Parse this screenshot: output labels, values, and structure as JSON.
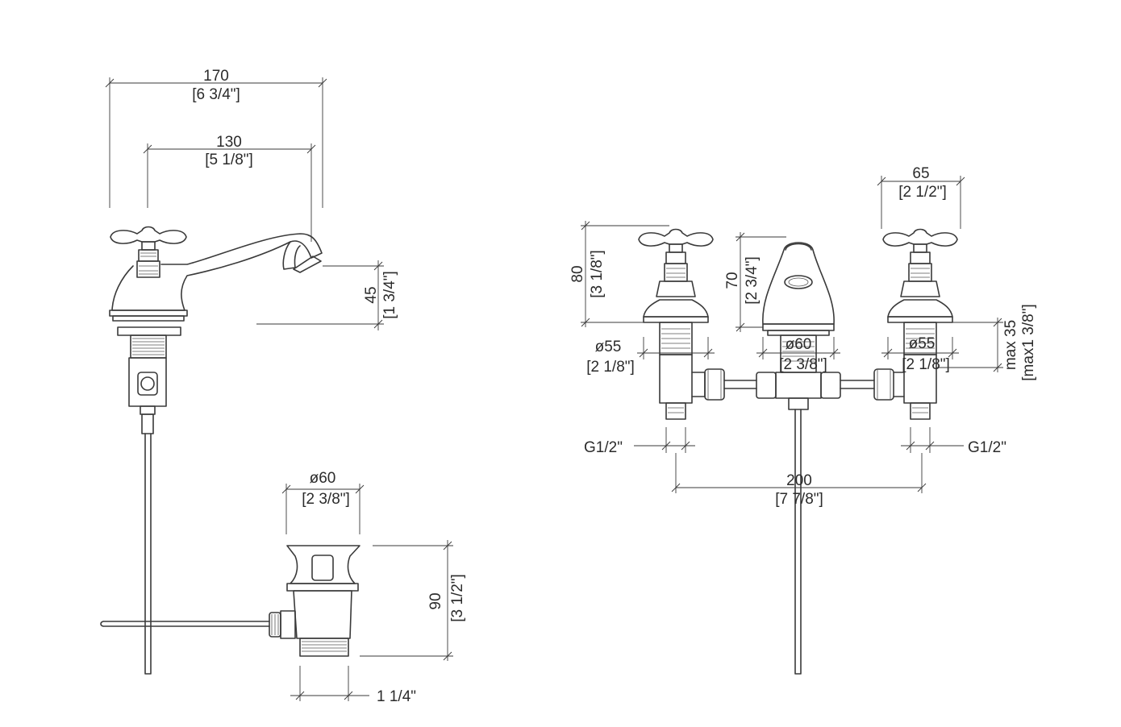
{
  "dims": {
    "width_170": "170",
    "width_170_in": "[6 3/4\"]",
    "width_130": "130",
    "width_130_in": "[5 1/8\"]",
    "height_45": "45",
    "height_45_in": "[1 3/4\"]",
    "waste_dia": "ø60",
    "waste_dia_in": "[2 3/8\"]",
    "waste_h": "90",
    "waste_h_in": "[3 1/2\"]",
    "waste_thread": "1 1/4\"",
    "handle_span": "65",
    "handle_span_in": "[2 1/2\"]",
    "valve_h": "80",
    "valve_h_in": "[3 1/8\"]",
    "spout_h": "70",
    "spout_h_in": "[2 3/4\"]",
    "left_dia": "ø55",
    "left_dia_in": "[2 1/8\"]",
    "center_dia": "ø60",
    "center_dia_in": "[2 3/8\"]",
    "right_dia": "ø55",
    "right_dia_in": "[2 1/8\"]",
    "max_deck": "max 35",
    "max_deck_in": "[max1 3/8\"]",
    "thread_left": "G1/2\"",
    "thread_right": "G1/2\"",
    "centers": "200",
    "centers_in": "[7 7/8\"]"
  }
}
